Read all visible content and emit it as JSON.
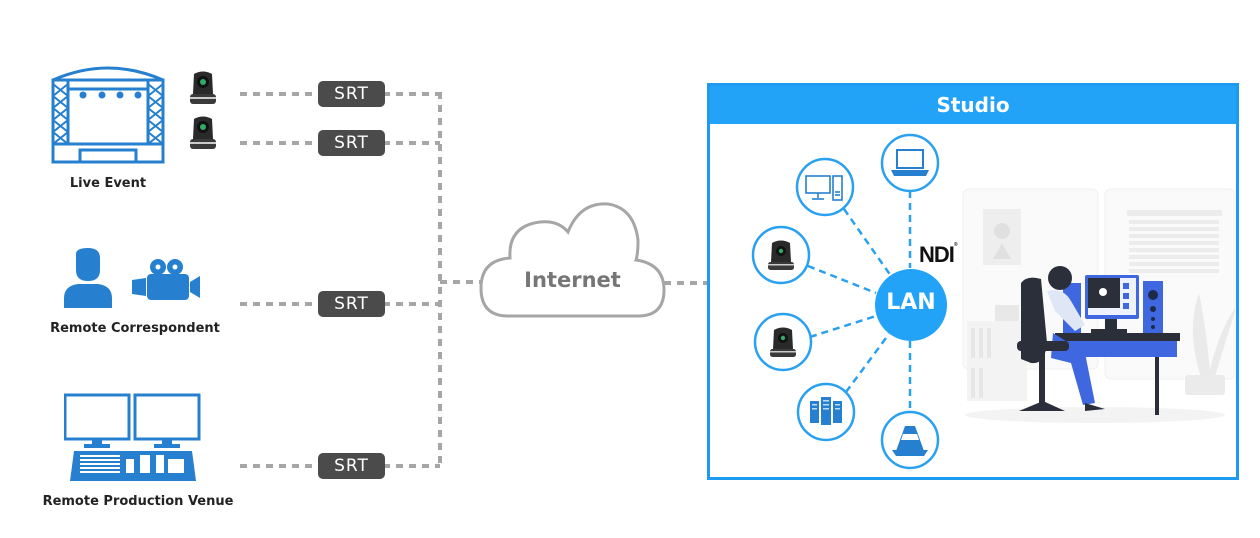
{
  "sources": [
    {
      "label": "Live Event",
      "icon": "stage-icon",
      "cameras": 2
    },
    {
      "label": "Remote Correspondent",
      "icon": "person-icon"
    },
    {
      "label": "Remote Production Venue",
      "icon": "production-desk-icon"
    }
  ],
  "links": {
    "srt_label": "SRT",
    "srt_badges": [
      "SRT",
      "SRT",
      "SRT",
      "SRT"
    ]
  },
  "internet": {
    "label": "Internet",
    "icon": "cloud-icon"
  },
  "studio": {
    "title": "Studio",
    "hub_label": "LAN",
    "protocol_label": "NDI",
    "nodes": [
      {
        "name": "desktop-computer",
        "icon": "desktop-icon"
      },
      {
        "name": "laptop",
        "icon": "laptop-icon"
      },
      {
        "name": "ptz-camera-1",
        "icon": "ptz-camera-icon"
      },
      {
        "name": "ptz-camera-2",
        "icon": "ptz-camera-icon"
      },
      {
        "name": "server",
        "icon": "server-icon"
      },
      {
        "name": "vlc-player",
        "icon": "traffic-cone-icon"
      }
    ],
    "illustration": "video-editor-at-desk"
  },
  "colors": {
    "accent_blue": "#23a3f7",
    "icon_blue": "#2680cf",
    "node_stroke": "#2aa1f0",
    "connector_gray": "#a6a6a6",
    "srt_badge": "#4b4b4b",
    "illustration_blue": "#3f68e0"
  }
}
